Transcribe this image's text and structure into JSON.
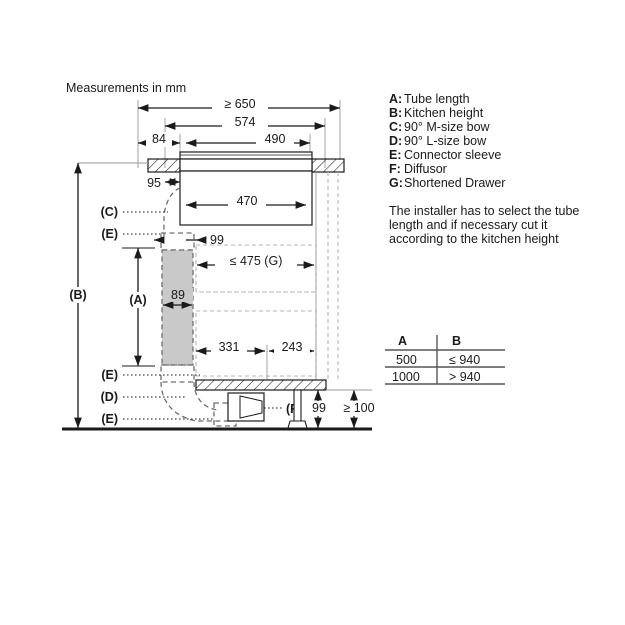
{
  "header": {
    "measurements_note": "Measurements in mm"
  },
  "legend": {
    "items": [
      {
        "key": "A:",
        "label": "Tube length"
      },
      {
        "key": "B:",
        "label": "Kitchen height"
      },
      {
        "key": "C:",
        "label": "90° M-size bow"
      },
      {
        "key": "D:",
        "label": "90° L-size bow"
      },
      {
        "key": "E:",
        "label": "Connector sleeve"
      },
      {
        "key": "F:",
        "label": "Diffusor"
      },
      {
        "key": "G:",
        "label": "Shortened Drawer"
      }
    ]
  },
  "note": {
    "line1": "The installer has to select the tube",
    "line2": "length and if necessary cut it",
    "line3": "according to the kitchen height"
  },
  "table": {
    "headers": [
      "A",
      "B"
    ],
    "rows": [
      [
        "500",
        "≤ 940"
      ],
      [
        "1000",
        "> 940"
      ]
    ]
  },
  "dimensions": {
    "top_overall": "≥ 650",
    "top_574": "574",
    "top_84": "84",
    "top_490": "490",
    "d_95": "95",
    "d_470": "470",
    "d_99_upper": "99",
    "d_475_g": "≤ 475 (G)",
    "d_89": "89",
    "d_331": "331",
    "d_243": "243",
    "d_99_lower": "99",
    "d_100": "≥ 100"
  },
  "callouts": {
    "b": "(B)",
    "a": "(A)",
    "c": "(C)",
    "e1": "(E)",
    "e2": "(E)",
    "d": "(D)",
    "e3": "(E)",
    "f": "(F)"
  },
  "colors": {
    "line": "#1a1a1a",
    "tube_fill": "#c9c9c9",
    "dashed": "#6e6e6e",
    "light": "#9a9a9a"
  }
}
